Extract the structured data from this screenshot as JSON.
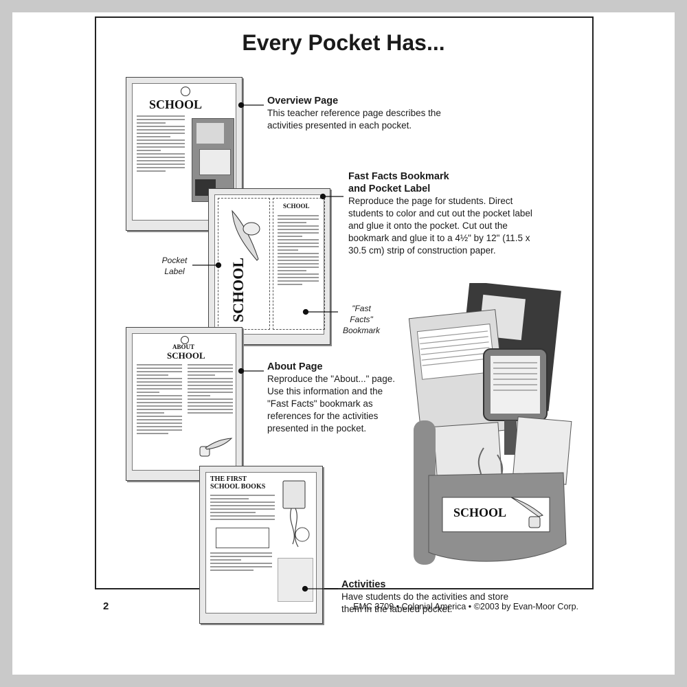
{
  "title": "Every Pocket Has...",
  "sections": {
    "overview": {
      "heading": "Overview Page",
      "body": "This teacher reference page describes the activities presented in each pocket."
    },
    "fastfacts": {
      "heading": "Fast Facts Bookmark and Pocket Label",
      "body": "Reproduce the page for students. Direct students to color and cut out the pocket label and glue it onto the pocket. Cut out the bookmark and glue it to a 4½\" by 12\" (11.5 x 30.5 cm) strip of construction paper."
    },
    "about": {
      "heading": "About Page",
      "body": "Reproduce the \"About...\" page. Use this information and the \"Fast Facts\" bookmark as references for the activities presented in the pocket."
    },
    "activities": {
      "heading": "Activities",
      "body": "Have students do the activities and store them in the labeled pocket."
    }
  },
  "labels": {
    "pocket_label": "Pocket Label",
    "fast_facts_bookmark": "\"Fast Facts\" Bookmark"
  },
  "thumbnails": {
    "overview_title": "SCHOOL",
    "label_title": "SCHOOL",
    "about_small": "ABOUT",
    "about_title": "SCHOOL",
    "activity_title": "THE FIRST SCHOOL BOOKS",
    "pocket_school": "SCHOOL"
  },
  "footer": {
    "page_number": "2",
    "credit": "EMC 3709 • Colonial America • ©2003 by Evan-Moor Corp."
  },
  "colors": {
    "background": "#c9c9c9",
    "frame": "#222222",
    "photo_gray": "#8a8a8a"
  }
}
